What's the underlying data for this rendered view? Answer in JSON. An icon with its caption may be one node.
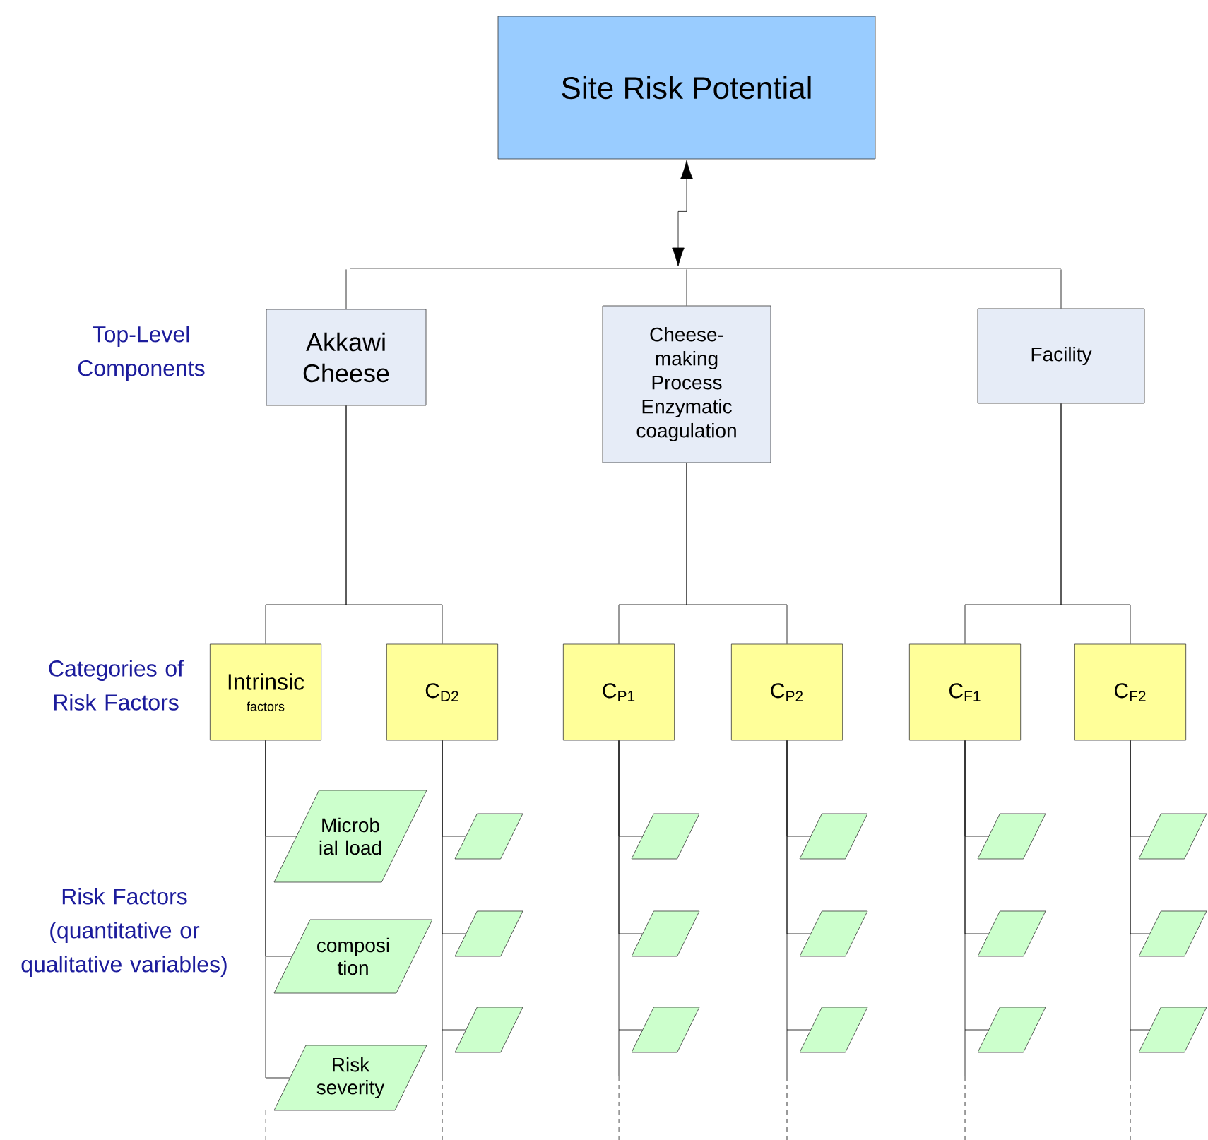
{
  "diagram": {
    "nodes": [
      {
        "text": [
          "Site Risk Potential"
        ]
      },
      {
        "text": [
          "Akkawi Cheese"
        ]
      },
      {
        "text": [
          "Cheese-making Process Enzymatic coagulation"
        ]
      },
      {
        "text": [
          "Facility"
        ]
      },
      {
        "text": [
          "Intrinsic",
          "factors"
        ]
      },
      {
        "text": [
          "C$_{D2}$"
        ]
      },
      {
        "text": [
          "C$_{P1}$"
        ]
      },
      {
        "text": [
          "C$_{P2}$"
        ]
      },
      {
        "text": [
          "C$_{F1}$"
        ]
      },
      {
        "text": [
          "C$_{F2}$"
        ]
      },
      {
        "text": [
          "Microb ial load"
        ]
      },
      {
        "text": [
          "composi tion"
        ]
      },
      {
        "text": [
          "Risk severity"
        ]
      },
      {
        "text": [],
        "shape": "parallelogram"
      },
      {
        "text": [],
        "shape": "parallelogram"
      },
      {
        "text": [],
        "shape": "parallelogram"
      },
      {
        "text": [],
        "shape": "parallelogram"
      },
      {
        "text": [],
        "shape": "parallelogram"
      },
      {
        "text": [],
        "shape": "parallelogram"
      },
      {
        "text": [],
        "shape": "parallelogram"
      },
      {
        "text": [],
        "shape": "parallelogram"
      },
      {
        "text": [],
        "shape": "parallelogram"
      },
      {
        "text": [],
        "shape": "parallelogram"
      },
      {
        "text": [],
        "shape": "parallelogram"
      },
      {
        "text": [],
        "shape": "parallelogram"
      },
      {
        "text": [],
        "shape": "parallelogram"
      },
      {
        "text": [],
        "shape": "parallelogram"
      },
      {
        "text": [],
        "shape": "parallelogram"
      },
      {
        "text": [],
        "shape": "bar"
      }
    ],
    "edges": [
      {
        "from": 0,
        "to": 28,
        "arrow": "both"
      },
      {
        "from": 28,
        "to": 1,
        "arrow": "none"
      },
      {
        "from": 28,
        "to": 2,
        "arrow": "none"
      },
      {
        "from": 28,
        "to": 3,
        "arrow": "none"
      },
      {
        "from": 1,
        "to": 4,
        "arrow": "none"
      },
      {
        "from": 1,
        "to": 5,
        "arrow": "none"
      },
      {
        "from": 2,
        "to": 6,
        "arrow": "none"
      },
      {
        "from": 2,
        "to": 7,
        "arrow": "none"
      },
      {
        "from": 3,
        "to": 8,
        "arrow": "none"
      },
      {
        "from": 3,
        "to": 9,
        "arrow": "none"
      },
      {
        "from": 4,
        "to": 10,
        "arrow": "none"
      },
      {
        "from": 4,
        "to": 11,
        "arrow": "none"
      },
      {
        "from": 4,
        "to": 12,
        "arrow": "none"
      },
      {
        "from": 5,
        "to": 13,
        "arrow": "none"
      },
      {
        "from": 5,
        "to": 14,
        "arrow": "none"
      },
      {
        "from": 5,
        "to": 15,
        "arrow": "none"
      },
      {
        "from": 6,
        "to": 16,
        "arrow": "none"
      },
      {
        "from": 6,
        "to": 17,
        "arrow": "none"
      },
      {
        "from": 6,
        "to": 18,
        "arrow": "none"
      },
      {
        "from": 7,
        "to": 19,
        "arrow": "none"
      },
      {
        "from": 7,
        "to": 20,
        "arrow": "none"
      },
      {
        "from": 7,
        "to": 21,
        "arrow": "none"
      },
      {
        "from": 8,
        "to": 22,
        "arrow": "none"
      },
      {
        "from": 8,
        "to": 23,
        "arrow": "none"
      },
      {
        "from": 8,
        "to": 24,
        "arrow": "none"
      },
      {
        "from": 9,
        "to": 25,
        "arrow": "none"
      },
      {
        "from": 9,
        "to": 26,
        "arrow": "none"
      },
      {
        "from": 9,
        "to": 27,
        "arrow": "none"
      }
    ],
    "labels": [
      "Top-Level Components",
      "Categories of Risk Factors",
      "Risk Factors (quantitative or qualitative variables)"
    ]
  }
}
